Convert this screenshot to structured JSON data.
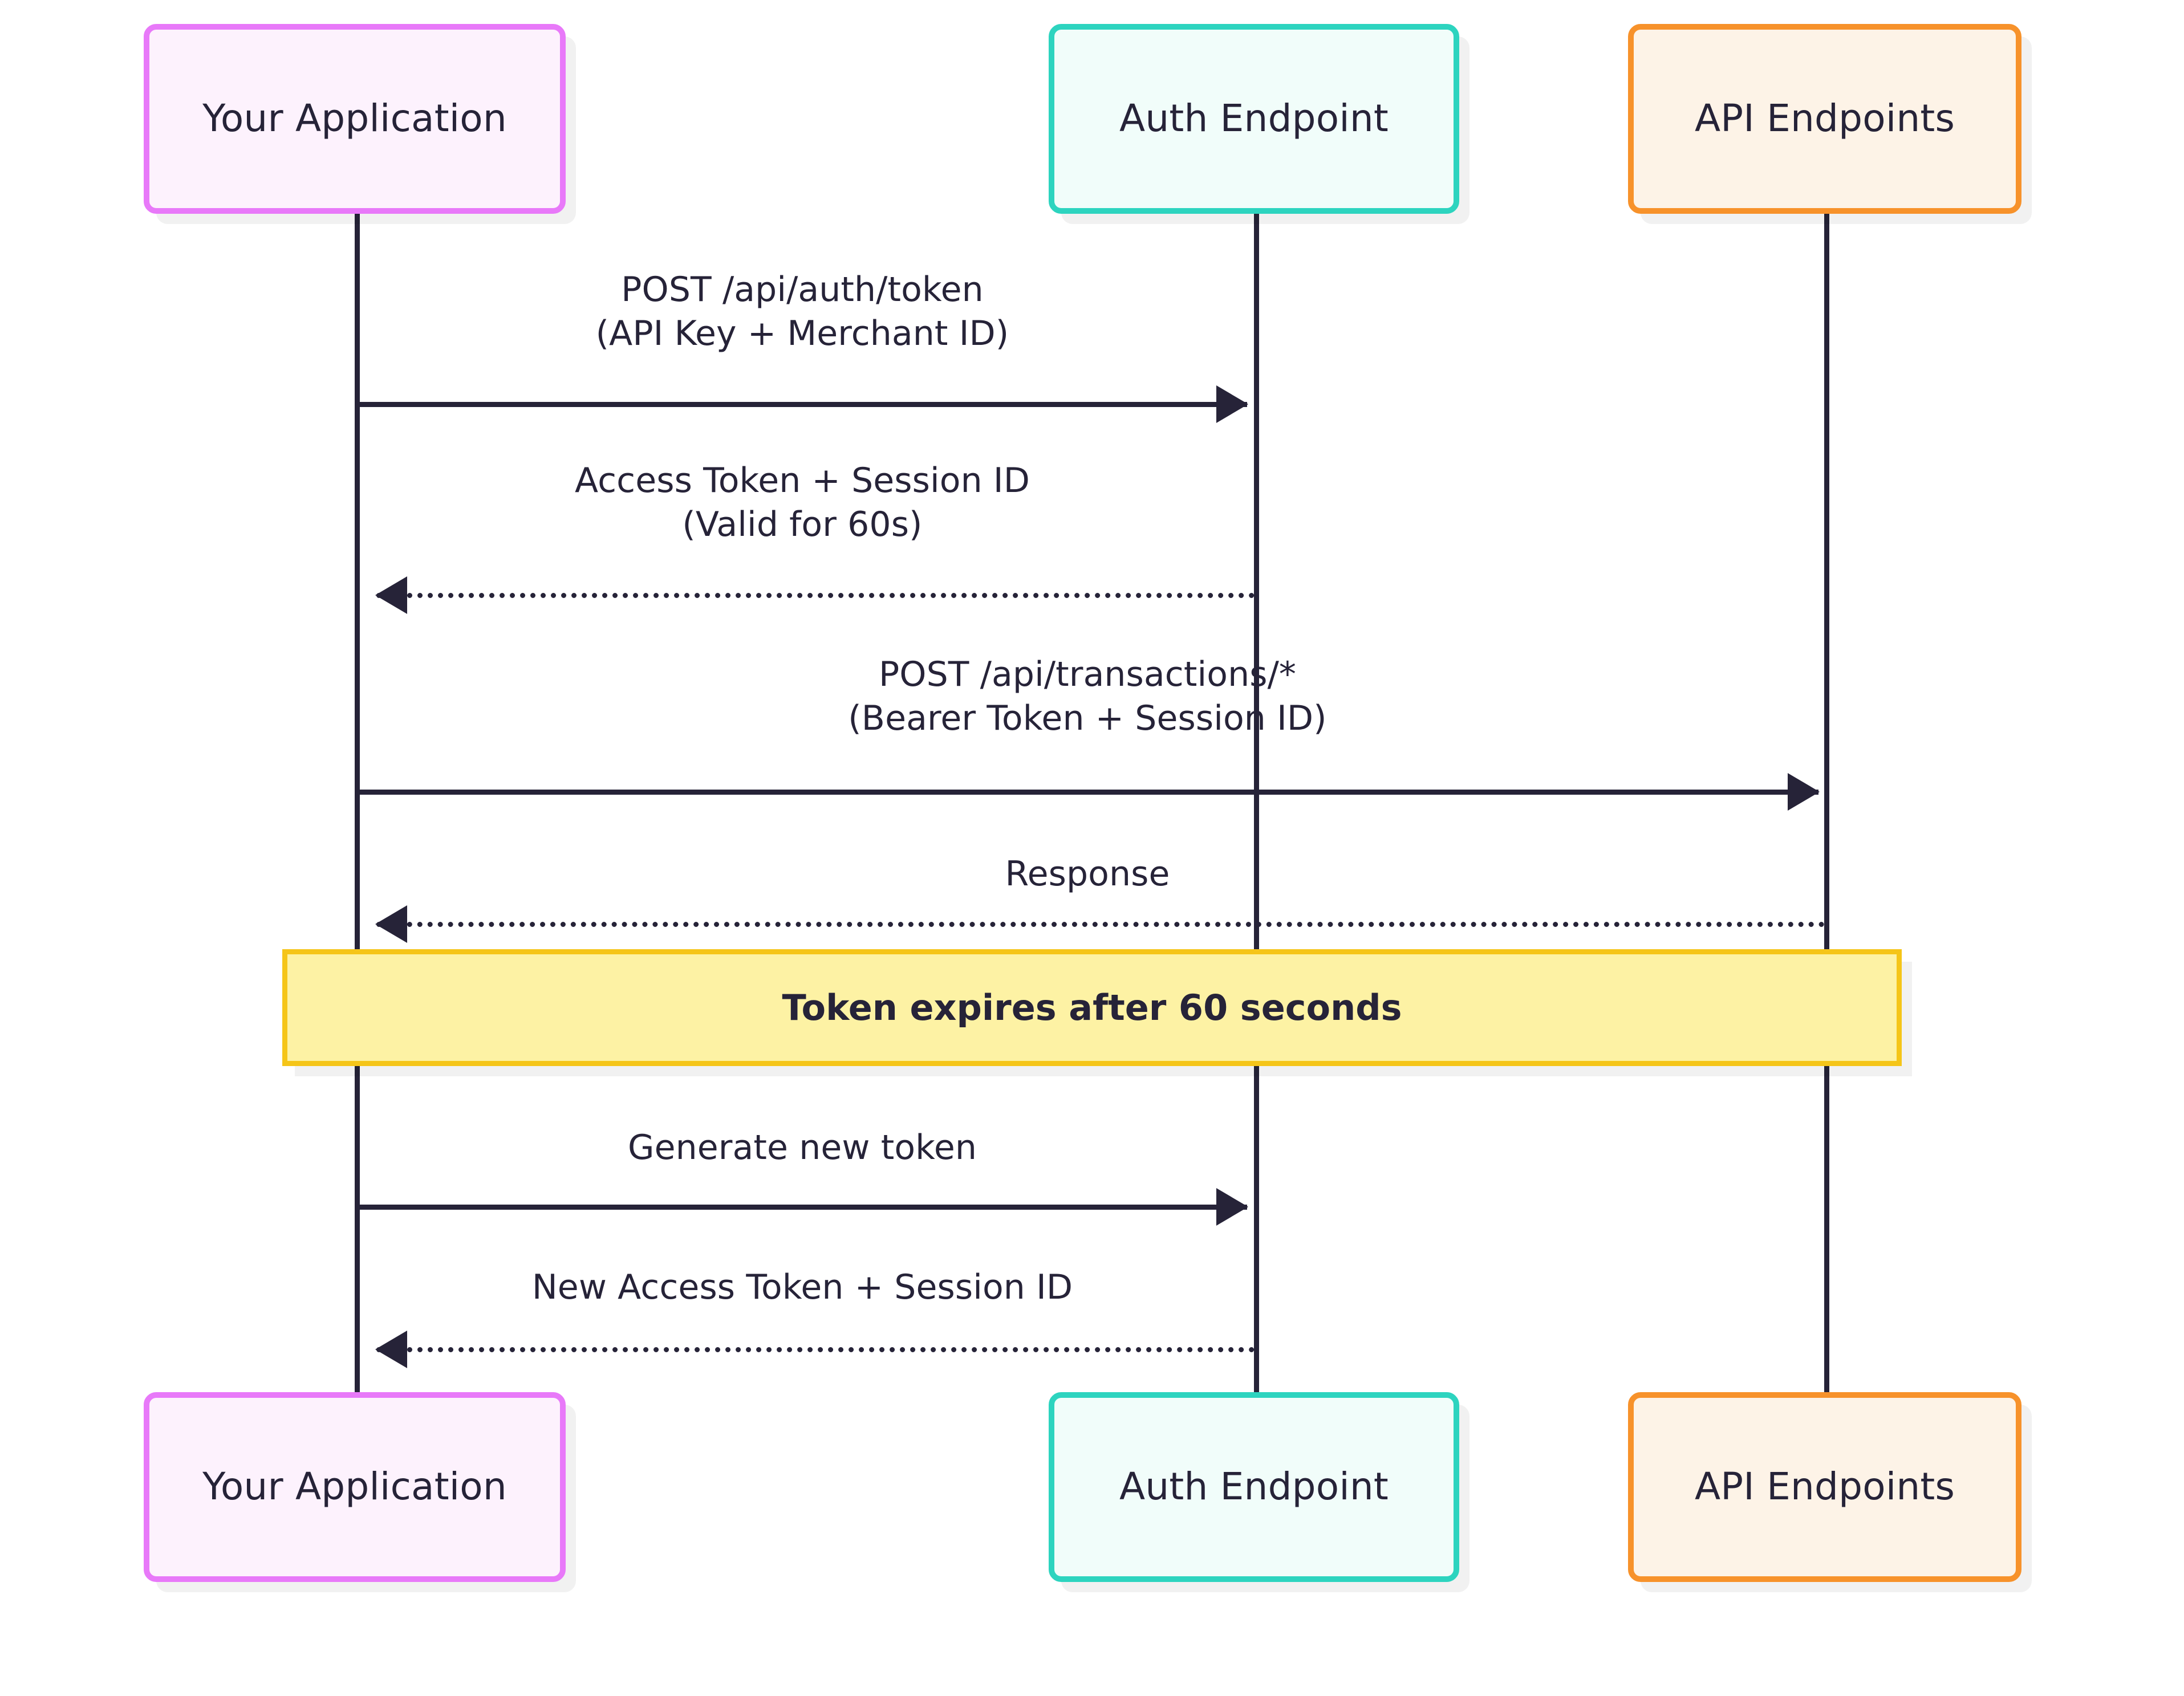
{
  "diagram": {
    "type": "sequence-diagram",
    "title": "API token authentication flow",
    "background": "#ffffff",
    "line_color": "#262338"
  },
  "actors": [
    {
      "id": "app",
      "label": "Your Application",
      "border_color": "#E879F9",
      "fill_color": "#FDF2FD"
    },
    {
      "id": "auth",
      "label": "Auth Endpoint",
      "border_color": "#2DD4BF",
      "fill_color": "#F1FDFA"
    },
    {
      "id": "api",
      "label": "API Endpoints",
      "border_color": "#F7922B",
      "fill_color": "#FDF3E7"
    }
  ],
  "messages": [
    {
      "id": "m1",
      "from": "app",
      "to": "auth",
      "style": "solid",
      "direction": "right",
      "label": "POST /api/auth/token\n(API Key + Merchant ID)"
    },
    {
      "id": "m2",
      "from": "auth",
      "to": "app",
      "style": "dashed",
      "direction": "left",
      "label": "Access Token + Session ID\n(Valid for 60s)"
    },
    {
      "id": "m3",
      "from": "app",
      "to": "api",
      "style": "solid",
      "direction": "right",
      "label": "POST /api/transactions/*\n(Bearer Token + Session ID)"
    },
    {
      "id": "m4",
      "from": "api",
      "to": "app",
      "style": "dashed",
      "direction": "left",
      "label": "Response"
    },
    {
      "id": "m5",
      "from": "app",
      "to": "auth",
      "style": "solid",
      "direction": "right",
      "label": "Generate new token"
    },
    {
      "id": "m6",
      "from": "auth",
      "to": "app",
      "style": "dashed",
      "direction": "left",
      "label": "New Access Token + Session ID"
    }
  ],
  "note": {
    "text": "Token expires after 60 seconds",
    "border_color": "#F5C518",
    "fill_color": "#FDF2A4"
  }
}
